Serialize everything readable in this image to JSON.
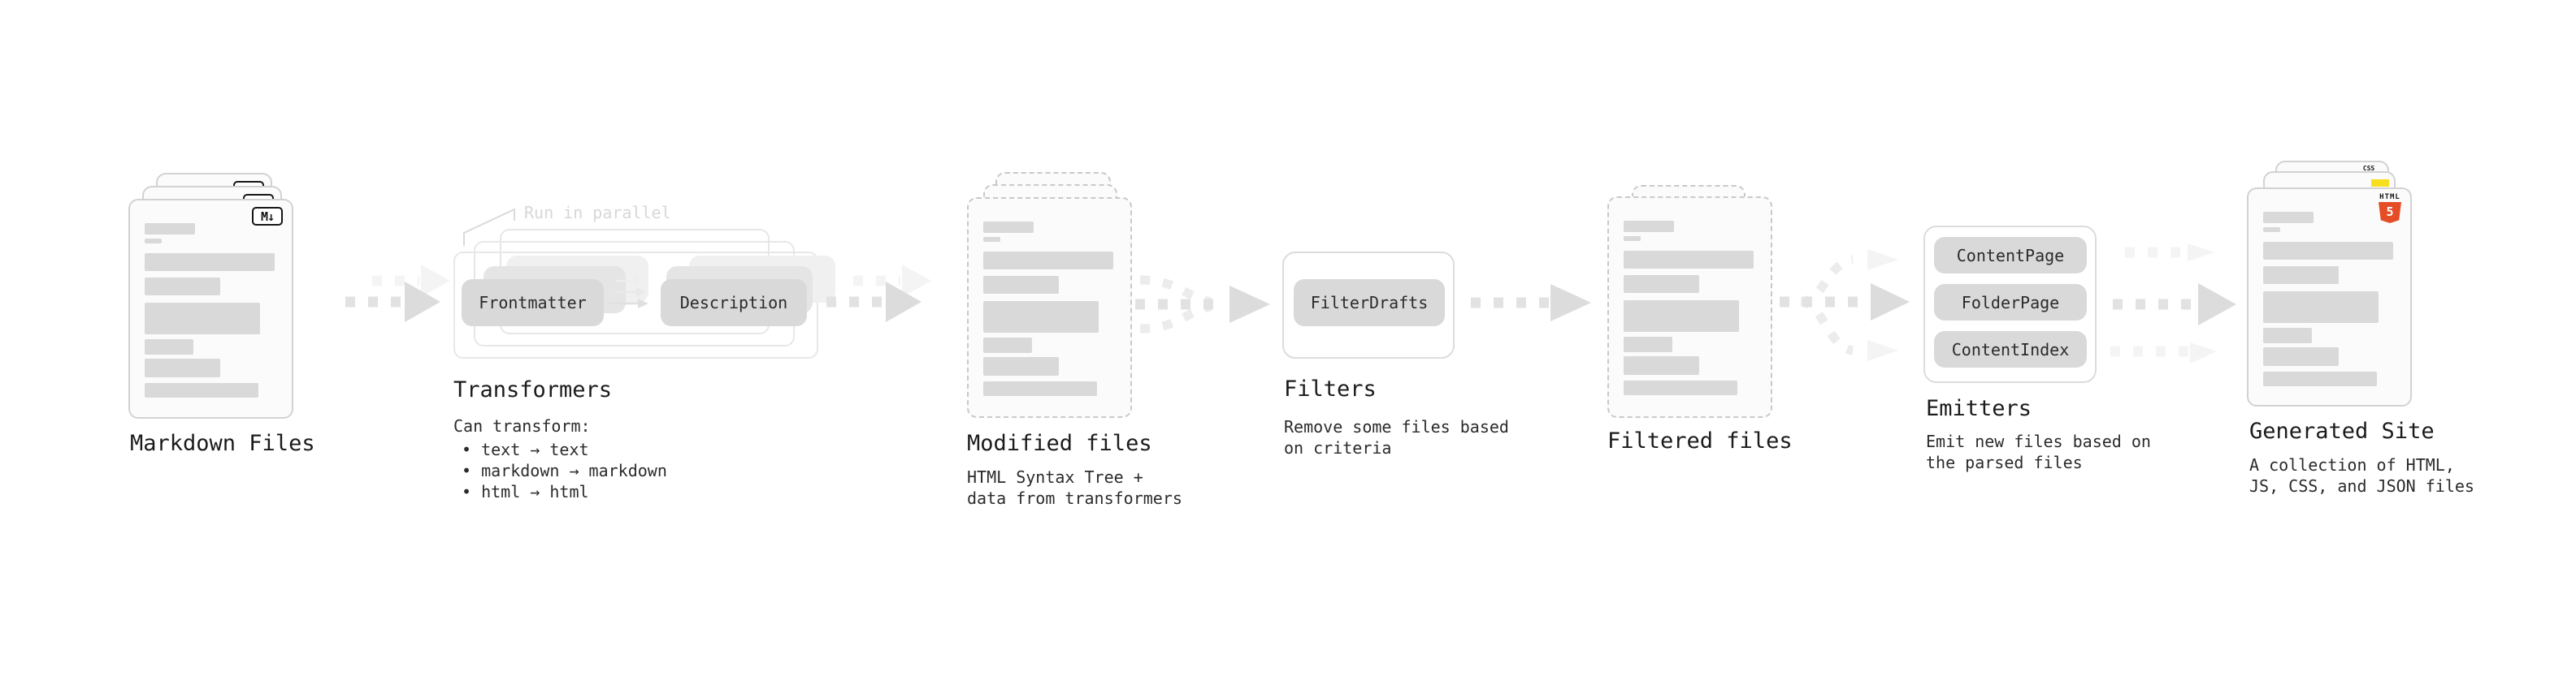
{
  "palette": {
    "bg": "#ffffff",
    "card_fill": "#fbfbfb",
    "card_border": "#d2d2d2",
    "card_border_dashed": "#c9c9c9",
    "bar_fill": "#d9d9d9",
    "box_fill": "#d9d9d9",
    "box_text": "#2b2b2b",
    "outline_border": "#e7e7e7",
    "panel_border": "#dcdcdc",
    "arrow_dash": "#e2e2e2",
    "arrow_head": "#dcdcdc",
    "arrow_ghost": "#f4f4f4",
    "title_text": "#1b1b1b",
    "body_text": "#2b2b2b",
    "annotation_text": "#d7d7d7",
    "html5_orange": "#e44d26",
    "js_yellow": "#f7df1e",
    "css_blue": "#2f62f0"
  },
  "stages": {
    "markdown": {
      "title": "Markdown Files",
      "badge": "M↓"
    },
    "transformers": {
      "title": "Transformers",
      "annotation": "Run in parallel",
      "box_frontmatter": "Frontmatter",
      "box_description": "Description",
      "note_heading": "Can transform:",
      "bullets": [
        "• text → text",
        "• markdown → markdown",
        "• html → html"
      ]
    },
    "modified": {
      "title": "Modified files",
      "subtitle": "HTML Syntax Tree +\ndata from transformers"
    },
    "filters": {
      "title": "Filters",
      "box": "FilterDrafts",
      "subtitle": "Remove some files based\non criteria"
    },
    "filtered": {
      "title": "Filtered files"
    },
    "emitters": {
      "title": "Emitters",
      "boxes": [
        "ContentPage",
        "FolderPage",
        "ContentIndex"
      ],
      "subtitle": "Emit new files based on\nthe parsed files"
    },
    "generated": {
      "title": "Generated Site",
      "subtitle": "A collection of HTML,\nJS, CSS, and JSON files",
      "html_badge": {
        "label": "HTML",
        "number": "5"
      },
      "css_badge": "CSS"
    }
  },
  "file_card_bars": [
    [
      38,
      14,
      5
    ],
    [
      13,
      6,
      12
    ],
    [
      98,
      22,
      8
    ],
    [
      57,
      22,
      9
    ],
    [
      87,
      39,
      6
    ],
    [
      37,
      19,
      5
    ],
    [
      57,
      23,
      7
    ],
    [
      86,
      18,
      0
    ]
  ]
}
